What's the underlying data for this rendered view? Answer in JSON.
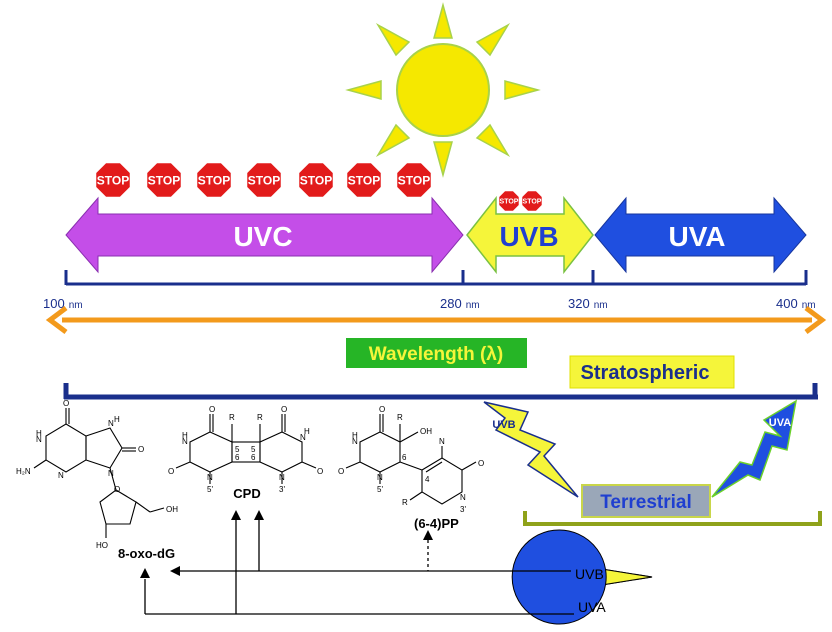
{
  "bands": {
    "uvc": "UVC",
    "uvb": "UVB",
    "uva": "UVA"
  },
  "stop_sign_text": "STOP",
  "scale": {
    "tick_100": "100",
    "tick_280": "280",
    "tick_320": "320",
    "tick_400": "400",
    "unit": "nm"
  },
  "wavelength_label": "Wavelength (λ)",
  "stratospheric_label": "Stratospheric",
  "terrestrial_label": "Terrestrial",
  "bolts": {
    "uvb": "UVB",
    "uva": "UVA"
  },
  "lesions": {
    "oxo": "8-oxo-dG",
    "cpd": "CPD",
    "pp64": "(6-4)PP"
  },
  "atoms": {
    "O": "O",
    "N": "N",
    "H": "H",
    "R": "R",
    "OH": "OH",
    "HO": "HO",
    "OH_right": "OH",
    "H2N": "H₂N",
    "n5": "5",
    "n6": "6",
    "n4": "4",
    "n5p": "5'",
    "n3p": "3'"
  },
  "pie_legend": {
    "uvb": "UVB",
    "uva": "UVA"
  },
  "pie_data": {
    "uvb_fraction": 0.05,
    "uva_fraction": 0.95
  },
  "colors": {
    "uvc": "#c44ee8",
    "uvb": "#f5f53a",
    "uva": "#1f4fe0",
    "sun": "#f5e800",
    "stop": "#e21b1b",
    "wavelength_axis": "#f39a1c",
    "navy": "#1a2f8c",
    "olive": "#8fa21a",
    "wavelength_box": "#26b526",
    "terrestrial_box": "#9aa7b8"
  }
}
